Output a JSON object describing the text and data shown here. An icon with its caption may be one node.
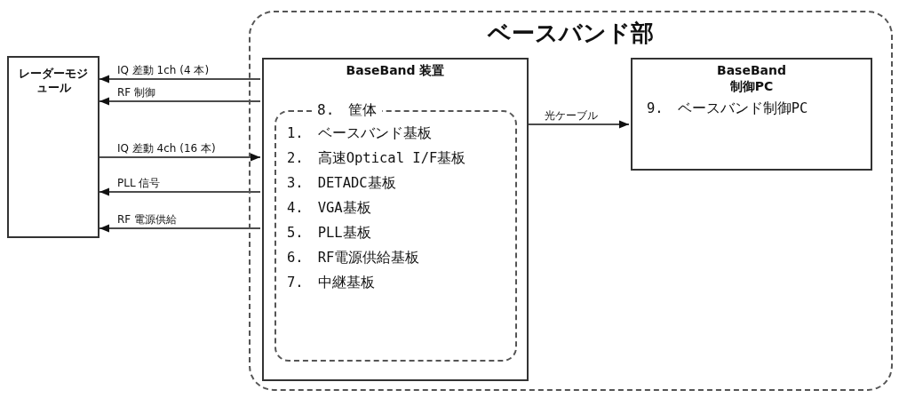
{
  "diagram": {
    "nodes": [
      {
        "text": [
          "ベースバンド部"
        ]
      },
      {
        "text": [
          "レーダーモジュール"
        ]
      },
      {
        "text": [
          "BaseBand 装置"
        ],
        "in": 0
      },
      {
        "text": [
          "8.　筐体",
          "1.　ベースバンド基板",
          "2.　高速Optical I/F基板",
          "3.　DETADC基板",
          "4.　VGA基板",
          "5.　PLL基板",
          "6.　RF電源供給基板",
          "7.　中継基板"
        ],
        "in": 2
      },
      {
        "text": [
          "BaseBand 制御PC",
          "9.　ベースバンド制御PC"
        ],
        "in": 0
      }
    ],
    "edges": [
      {
        "from": 2,
        "to": 1,
        "arrow": "to",
        "label": "IQ 差動 1ch (4 本)"
      },
      {
        "from": 2,
        "to": 1,
        "arrow": "to",
        "label": "RF 制御"
      },
      {
        "from": 1,
        "to": 2,
        "arrow": "to",
        "label": "IQ 差動 4ch (16 本)"
      },
      {
        "from": 2,
        "to": 1,
        "arrow": "to",
        "label": "PLL 信号"
      },
      {
        "from": 2,
        "to": 1,
        "arrow": "to",
        "label": "RF 電源供給"
      },
      {
        "from": 2,
        "to": 4,
        "arrow": "to",
        "label": "光ケーブル"
      }
    ]
  }
}
